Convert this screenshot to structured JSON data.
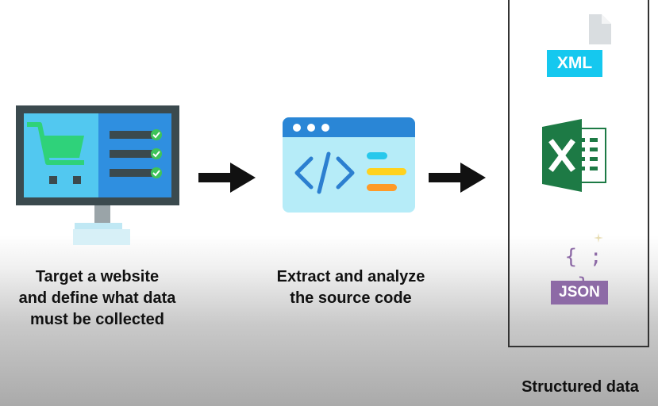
{
  "steps": [
    {
      "caption": "Target a website\nand define what data\nmust be collected"
    },
    {
      "caption": "Extract and analyze\nthe source code"
    }
  ],
  "output": {
    "label": "Structured data",
    "formats": [
      "XML",
      "JSON"
    ],
    "json_symbol": "{ ; }"
  },
  "icons": {
    "step1": "computer-shopping-cart-icon",
    "step2": "browser-code-icon",
    "arrow": "arrow-right-icon",
    "xml": "xml-file-icon",
    "excel": "excel-icon",
    "json": "json-file-icon"
  },
  "colors": {
    "monitor_frame": "#3b4a4e",
    "screen_left": "#52c8f0",
    "screen_right": "#2f8fe0",
    "cart": "#2fd27a",
    "check": "#3ec35a",
    "browser_bar": "#2a86d6",
    "browser_body": "#b6ecf8",
    "code": "#2c7fd0",
    "line_cyan": "#27c8ec",
    "line_yellow": "#ffd21e",
    "line_orange": "#ff9a28",
    "xml_badge": "#15c8ef",
    "excel": "#1d7a45",
    "json_badge": "#8d6aa6"
  }
}
